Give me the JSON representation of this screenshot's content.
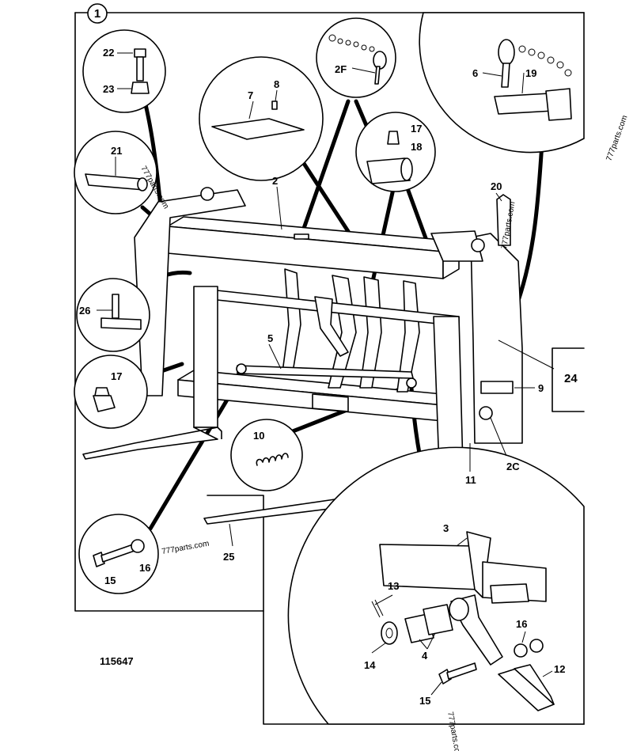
{
  "figure_number": "1",
  "drawing_number": "115647",
  "watermark": "777parts.com",
  "callouts": {
    "c22": "22",
    "c23": "23",
    "c21": "21",
    "c7": "7",
    "c8": "8",
    "c2F": "2F",
    "c17a": "17",
    "c18": "18",
    "c6": "6",
    "c19": "19",
    "c20": "20",
    "c2": "2",
    "c26": "26",
    "c5": "5",
    "c17b": "17",
    "c10": "10",
    "c24": "24",
    "c9": "9",
    "c2C": "2C",
    "c11": "11",
    "c25": "25",
    "c15a": "15",
    "c16a": "16",
    "c3": "3",
    "c13": "13",
    "c14": "14",
    "c4": "4",
    "c16b": "16",
    "c12": "12",
    "c15b": "15"
  }
}
